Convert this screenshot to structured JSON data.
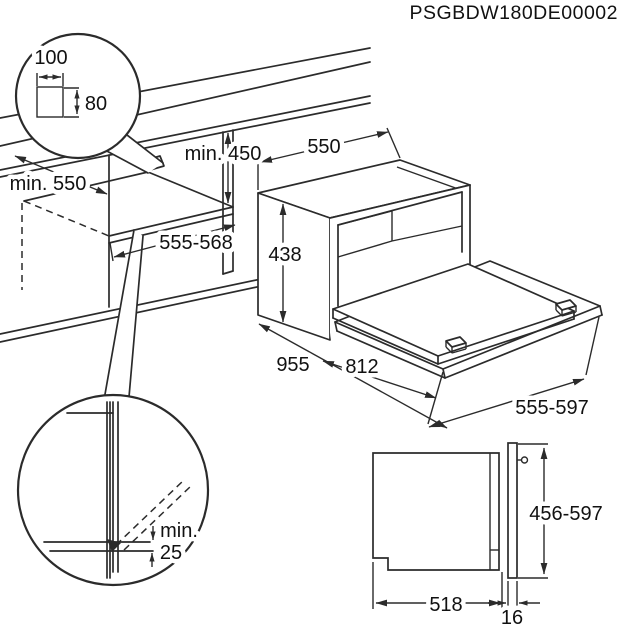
{
  "title": "PSGBDW180DE00002",
  "cutout_detail": {
    "width": "100",
    "height": "80"
  },
  "niche": {
    "depth": "min. 550",
    "clearance_height": "min. 450",
    "front_width": "555-568",
    "top_width": "550",
    "opening_height": "438"
  },
  "door": {
    "total_depth_open": "955",
    "projection": "812",
    "width": "555-597"
  },
  "gap_detail": {
    "label": "min.",
    "value": "25"
  },
  "side_view": {
    "height_range": "456-597",
    "body_depth": "518",
    "door_thickness": "16"
  }
}
